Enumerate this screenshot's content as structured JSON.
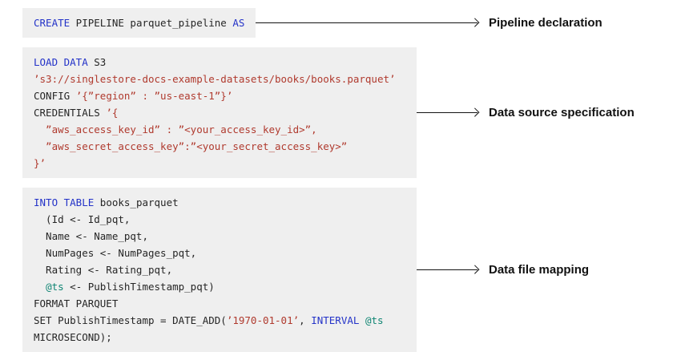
{
  "colors": {
    "keyword": "#2433c8",
    "string": "#b03a2e",
    "variable": "#0f8573",
    "plain": "#262626",
    "block_background": "#efefef",
    "arrow": "#141414",
    "label": "#111111"
  },
  "blocks": [
    {
      "label": "Pipeline declaration",
      "lines": [
        [
          {
            "text": "CREATE",
            "color": "keyword"
          },
          {
            "text": " PIPELINE parquet_pipeline ",
            "color": "plain"
          },
          {
            "text": "AS",
            "color": "keyword"
          }
        ]
      ]
    },
    {
      "label": "Data source specification",
      "lines": [
        [
          {
            "text": "LOAD DATA",
            "color": "keyword"
          },
          {
            "text": " S3",
            "color": "plain"
          }
        ],
        [
          {
            "text": "’s3://singlestore-docs-example-datasets/books/books.parquet’",
            "color": "string"
          }
        ],
        [
          {
            "text": "CONFIG ",
            "color": "plain"
          },
          {
            "text": "’{”region” : ”us-east-1”}’",
            "color": "string"
          }
        ],
        [
          {
            "text": "CREDENTIALS ",
            "color": "plain"
          },
          {
            "text": "’{",
            "color": "string"
          }
        ],
        [
          {
            "text": "  ”aws_access_key_id” : ”<your_access_key_id>”,",
            "color": "string"
          }
        ],
        [
          {
            "text": "  ”aws_secret_access_key”:”<your_secret_access_key>”",
            "color": "string"
          }
        ],
        [
          {
            "text": "}’",
            "color": "string"
          }
        ]
      ]
    },
    {
      "label": "Data file mapping",
      "lines": [
        [
          {
            "text": "INTO TABLE",
            "color": "keyword"
          },
          {
            "text": " books_parquet",
            "color": "plain"
          }
        ],
        [
          {
            "text": "  (Id <- Id_pqt,",
            "color": "plain"
          }
        ],
        [
          {
            "text": "  Name <- Name_pqt,",
            "color": "plain"
          }
        ],
        [
          {
            "text": "  NumPages <- NumPages_pqt,",
            "color": "plain"
          }
        ],
        [
          {
            "text": "  Rating <- Rating_pqt,",
            "color": "plain"
          }
        ],
        [
          {
            "text": "  ",
            "color": "plain"
          },
          {
            "text": "@ts",
            "color": "variable"
          },
          {
            "text": " <- PublishTimestamp_pqt)",
            "color": "plain"
          }
        ],
        [
          {
            "text": "FORMAT PARQUET",
            "color": "plain"
          }
        ],
        [
          {
            "text": "SET PublishTimestamp = DATE_ADD(",
            "color": "plain"
          },
          {
            "text": "’1970-01-01’",
            "color": "string"
          },
          {
            "text": ", ",
            "color": "plain"
          },
          {
            "text": "INTERVAL",
            "color": "keyword"
          },
          {
            "text": " ",
            "color": "plain"
          },
          {
            "text": "@ts",
            "color": "variable"
          }
        ],
        [
          {
            "text": "MICROSECOND);",
            "color": "plain"
          }
        ]
      ]
    }
  ]
}
